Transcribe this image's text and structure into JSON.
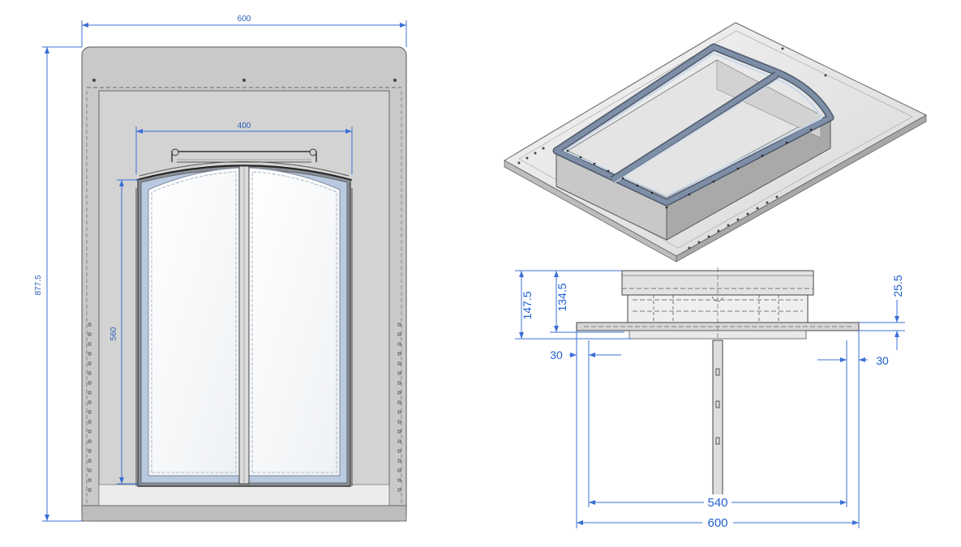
{
  "front_view": {
    "dim_overall_width": "600",
    "dim_overall_height": "877.5",
    "dim_opening_width": "400",
    "dim_opening_height": "560"
  },
  "section_view": {
    "dim_total_height": "147.5",
    "dim_upstand_height": "134.5",
    "dim_flange_thickness": "25.5",
    "dim_left_edge": "30",
    "dim_right_edge": "30",
    "dim_inner_width": "540",
    "dim_outer_width": "600"
  },
  "colors": {
    "dimension": "#3b6fd6",
    "plate": "#c9c9c9",
    "glass": "#f7f9fb",
    "frame": "#7d8ea6"
  }
}
